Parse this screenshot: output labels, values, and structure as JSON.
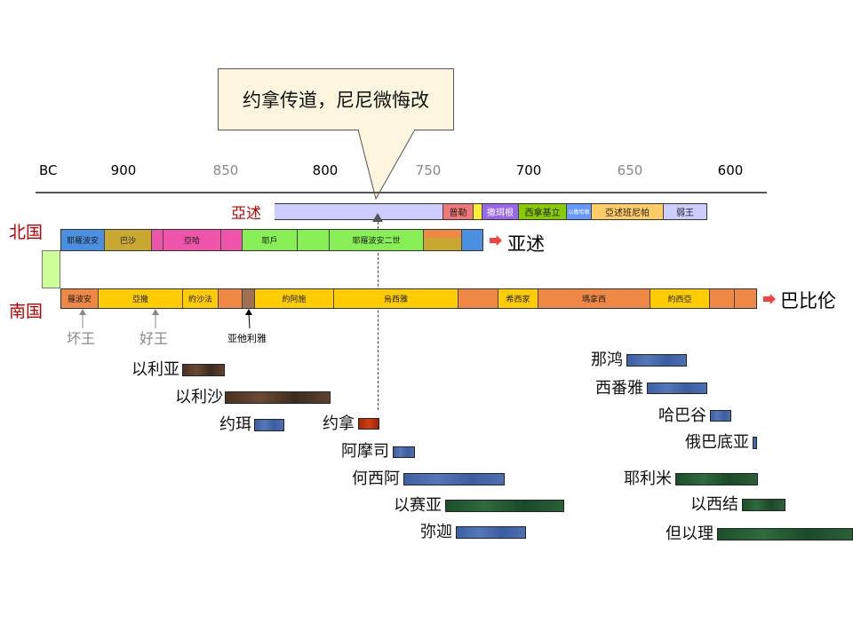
{
  "callout": "约拿传道，尼尼微悔改",
  "axis": {
    "era": "BC",
    "ticks": [
      "900",
      "850",
      "800",
      "750",
      "700",
      "650",
      "600"
    ]
  },
  "assyria": {
    "label": "亞述",
    "segments": [
      "普勒",
      "撒珥根",
      "西拿基立",
      "以撒哈顿",
      "亞述班尼帕",
      "弱王"
    ]
  },
  "north": {
    "label": "北国",
    "end_label": "亚述",
    "segments": [
      "耶羅波安",
      "巴沙",
      "亞哈",
      "耶戶",
      "耶羅波安二世"
    ]
  },
  "south": {
    "label": "南国",
    "end_label": "巴比伦",
    "segments": [
      "羅波安",
      "亞撒",
      "約沙法",
      "約阿施",
      "烏西雅",
      "希西家",
      "瑪拿西",
      "約西亞"
    ]
  },
  "annotations": {
    "bad_king": "坏王",
    "good_king": "好王",
    "athaliah": "亚他利雅"
  },
  "prophets": [
    "以利亚",
    "以利沙",
    "约珥",
    "约拿",
    "阿摩司",
    "何西阿",
    "以赛亚",
    "弥迦",
    "那鸿",
    "西番雅",
    "哈巴谷",
    "俄巴底亚",
    "耶利米",
    "以西结",
    "但以理"
  ]
}
